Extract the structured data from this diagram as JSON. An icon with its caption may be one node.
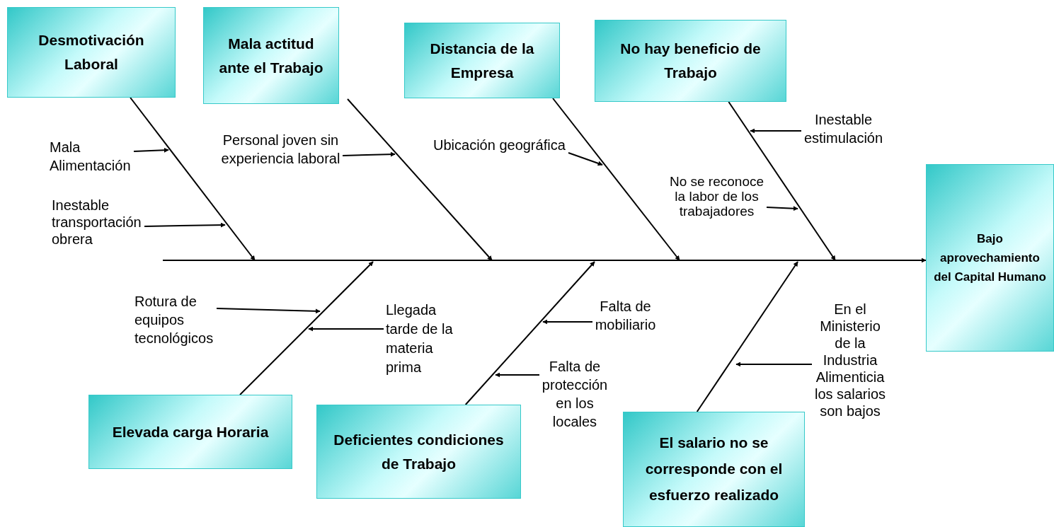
{
  "diagram": {
    "nodes": [
      {
        "text": [
          "Desmotivación Laboral"
        ]
      },
      {
        "text": [
          "Mala actitud ante el Trabajo"
        ]
      },
      {
        "text": [
          "Distancia de la Empresa"
        ]
      },
      {
        "text": [
          "No hay beneficio de Trabajo"
        ]
      },
      {
        "text": [
          "Bajo aprovechamiento del Capital Humano"
        ]
      },
      {
        "text": [
          "Elevada carga Horaria"
        ]
      },
      {
        "text": [
          "Deficientes condiciones de Trabajo"
        ]
      },
      {
        "text": [
          "El salario no se corresponde con el esfuerzo realizado"
        ]
      },
      {
        "text": [
          "Mala Alimentación"
        ]
      },
      {
        "text": [
          "Inestable transportación obrera"
        ]
      },
      {
        "text": [
          "Personal joven sin experiencia laboral"
        ]
      },
      {
        "text": [
          "Ubicación geográfica"
        ]
      },
      {
        "text": [
          "No se reconoce la labor de los trabajadores"
        ]
      },
      {
        "text": [
          "Inestable estimulación"
        ]
      },
      {
        "text": [
          "Rotura de equipos tecnológicos"
        ]
      },
      {
        "text": [
          "Llegada tarde de la materia prima"
        ]
      },
      {
        "text": [
          "Falta de mobiliario"
        ]
      },
      {
        "text": [
          "Falta de protección en los locales"
        ]
      },
      {
        "text": [
          "En el Ministerio de la Industria Alimenticia los salarios son bajos"
        ]
      }
    ],
    "edges": [
      {
        "from": null,
        "to": 4,
        "arrow": "to"
      },
      {
        "from": 0,
        "to": null,
        "arrow": "to"
      },
      {
        "from": 1,
        "to": null,
        "arrow": "to"
      },
      {
        "from": 2,
        "to": null,
        "arrow": "to"
      },
      {
        "from": 3,
        "to": null,
        "arrow": "to"
      },
      {
        "from": 5,
        "to": null,
        "arrow": "to"
      },
      {
        "from": 6,
        "to": null,
        "arrow": "to"
      },
      {
        "from": 7,
        "to": null,
        "arrow": "to"
      },
      {
        "from": 8,
        "to": null,
        "arrow": "to"
      },
      {
        "from": 9,
        "to": null,
        "arrow": "to"
      },
      {
        "from": 10,
        "to": null,
        "arrow": "to"
      },
      {
        "from": 11,
        "to": null,
        "arrow": "to"
      },
      {
        "from": 12,
        "to": null,
        "arrow": "to"
      },
      {
        "from": 13,
        "to": null,
        "arrow": "to"
      },
      {
        "from": 14,
        "to": null,
        "arrow": "to"
      },
      {
        "from": 15,
        "to": null,
        "arrow": "to"
      },
      {
        "from": 16,
        "to": null,
        "arrow": "to"
      },
      {
        "from": 17,
        "to": null,
        "arrow": "to"
      },
      {
        "from": 18,
        "to": null,
        "arrow": "to"
      }
    ]
  }
}
